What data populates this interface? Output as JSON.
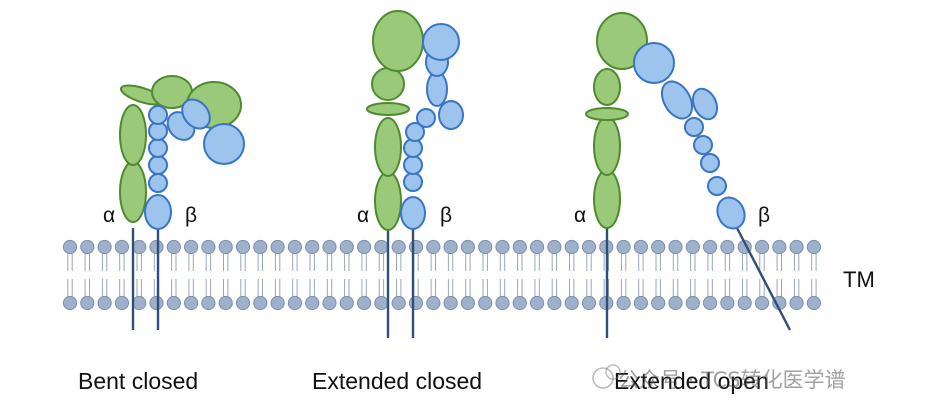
{
  "labels": {
    "state_1": "Bent closed",
    "state_2": "Extended closed",
    "state_3": "Extended open",
    "alpha": "α",
    "beta": "β",
    "membrane": "TM"
  },
  "watermark": "公众号 · TCS转化医学谱",
  "colors": {
    "alpha_fill": "#9bc97a",
    "alpha_stroke": "#4e8a2e",
    "beta_fill": "#9cc4ec",
    "beta_stroke": "#3a74c4",
    "lipid_head": "#9fb0cc",
    "transmembrane": "#2f4f7a"
  }
}
